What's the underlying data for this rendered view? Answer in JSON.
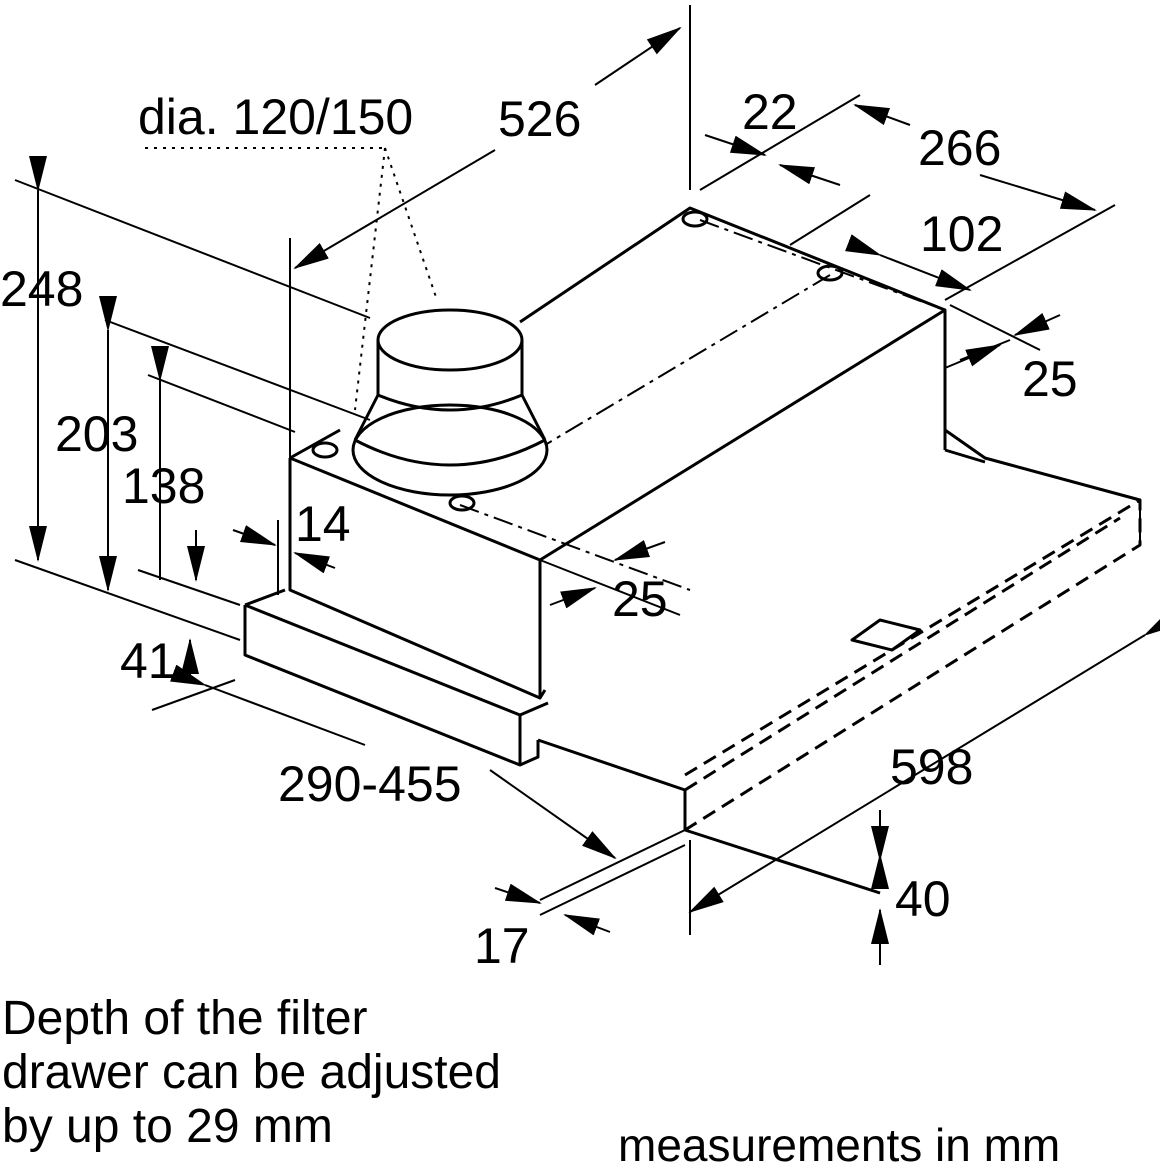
{
  "labels": {
    "duct_diameter": "dia. 120/150",
    "depth_526": "526",
    "d22": "22",
    "d266": "266",
    "d102": "102",
    "d248": "248",
    "d25_right": "25",
    "d203": "203",
    "d138": "138",
    "d14": "14",
    "d25_front": "25",
    "d41": "41",
    "d598": "598",
    "drawer_range": "290-455",
    "d40": "40",
    "d17": "17"
  },
  "note": {
    "line1": "Depth of the filter",
    "line2": "drawer can be adjusted",
    "line3": "by up to 29 mm"
  },
  "units": "measurements in mm"
}
